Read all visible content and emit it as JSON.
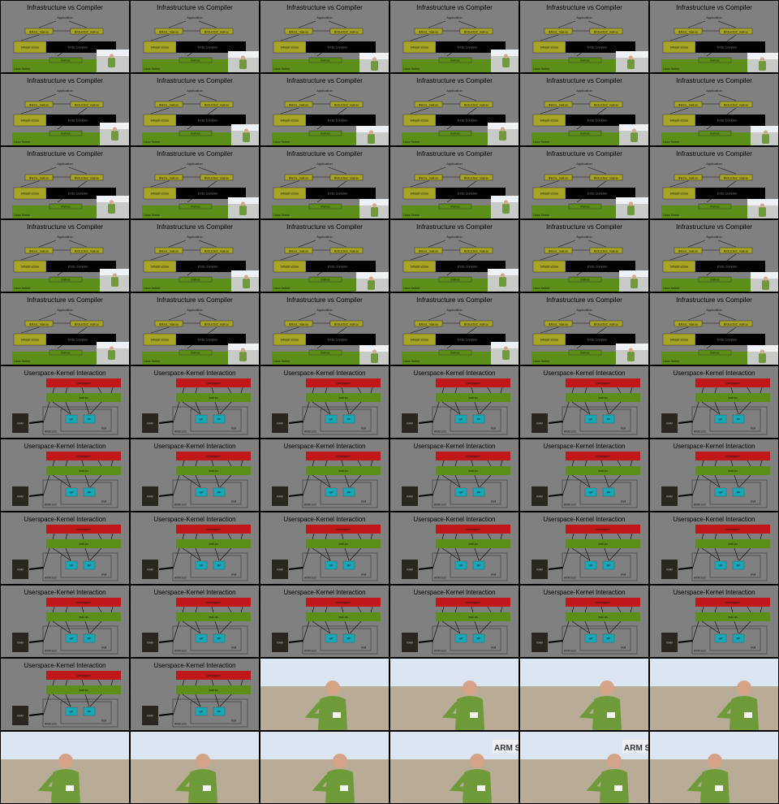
{
  "contact_sheet": {
    "columns": 6,
    "rows": 11,
    "frames": [
      "infra",
      "infra",
      "infra",
      "infra",
      "infra",
      "infra",
      "infra",
      "infra",
      "infra",
      "infra",
      "infra",
      "infra",
      "infra",
      "infra",
      "infra",
      "infra",
      "infra",
      "infra",
      "infra",
      "infra",
      "infra",
      "infra",
      "infra",
      "infra",
      "infra",
      "infra",
      "infra",
      "infra",
      "infra",
      "infra",
      "userspace",
      "userspace",
      "userspace",
      "userspace",
      "userspace",
      "userspace",
      "userspace",
      "userspace",
      "userspace",
      "userspace",
      "userspace",
      "userspace",
      "userspace",
      "userspace",
      "userspace",
      "userspace",
      "userspace",
      "userspace",
      "userspace",
      "userspace",
      "userspace",
      "userspace",
      "userspace",
      "userspace",
      "userspace",
      "userspace",
      "speaker",
      "speaker",
      "speaker",
      "speaker",
      "speaker",
      "speaker",
      "speaker",
      "speaker",
      "speaker",
      "speaker"
    ],
    "banner_frames": [
      63,
      64
    ],
    "banner_text": "ARM S"
  },
  "slides": {
    "infra": {
      "title": "Infrastructure vs Compiler",
      "application": "Application",
      "lib_left": "libEGL_mali.so",
      "lib_right": "libGLESv2_mali.so",
      "infrastructure": "Infrastructure",
      "compiler": "ESSL Compiler",
      "kernel_module": "mali.ko",
      "linux_kernel": "Linux Kernel"
    },
    "userspace": {
      "title": "Userspace-Kernel Interaction",
      "userspace": "Userspace",
      "kernel_module": "mali.ko",
      "ram": "RAM",
      "gp": "GP",
      "pp": "PP",
      "mali": "Mali",
      "arm_soc": "ARM SoC"
    }
  },
  "colors": {
    "slide_bg": "#808080",
    "olive": "#a8a425",
    "green": "#5c8f1a",
    "red": "#c01818",
    "cyan": "#1aa8b8",
    "black": "#000000",
    "shirt": "#6f9a3a",
    "projection": "#dbe6f2",
    "wall": "#9c8e78"
  }
}
